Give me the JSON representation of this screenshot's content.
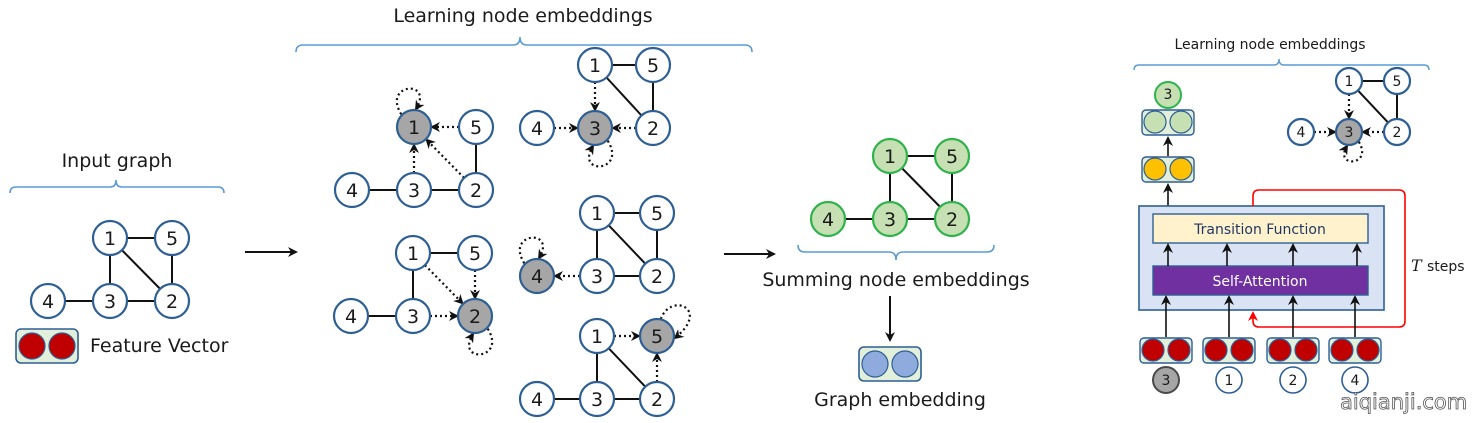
{
  "colors": {
    "node_stroke": "#2e5f94",
    "node_fill": "#ffffff",
    "target_fill": "#a6a6a6",
    "target_stroke": "#4a4a4a",
    "green_fill": "#c6e0b4",
    "green_stroke": "#2db34a",
    "brace": "#5b9bd5",
    "feature_red": "#c00000",
    "feature_box": "#e2efda",
    "feature_box_stroke": "#2e5f94",
    "graph_emb_blue": "#8faadc",
    "orange": "#ffc000",
    "transition_fill": "#fff2cc",
    "attention_fill": "#7030a0",
    "container_fill": "#dae3f3",
    "loop_red": "#ff0000"
  },
  "input_graph": {
    "title": "Input graph",
    "legend_label": "Feature Vector",
    "nodes": [
      "1",
      "2",
      "3",
      "4",
      "5"
    ]
  },
  "learning": {
    "title": "Learning node embeddings",
    "panels": [
      {
        "target": "1"
      },
      {
        "target": "3"
      },
      {
        "target": "2"
      },
      {
        "target": "4"
      },
      {
        "target": "5"
      }
    ]
  },
  "summing": {
    "title": "Summing node embeddings",
    "output_label": "Graph embedding"
  },
  "transformer": {
    "title": "Learning node embeddings",
    "transition_label": "Transition Function",
    "attention_label": "Self-Attention",
    "steps_var": "T",
    "steps_label": "steps",
    "output_node": "3",
    "inputs": [
      "3",
      "1",
      "2",
      "4"
    ]
  },
  "watermark": "aiqianji.com"
}
